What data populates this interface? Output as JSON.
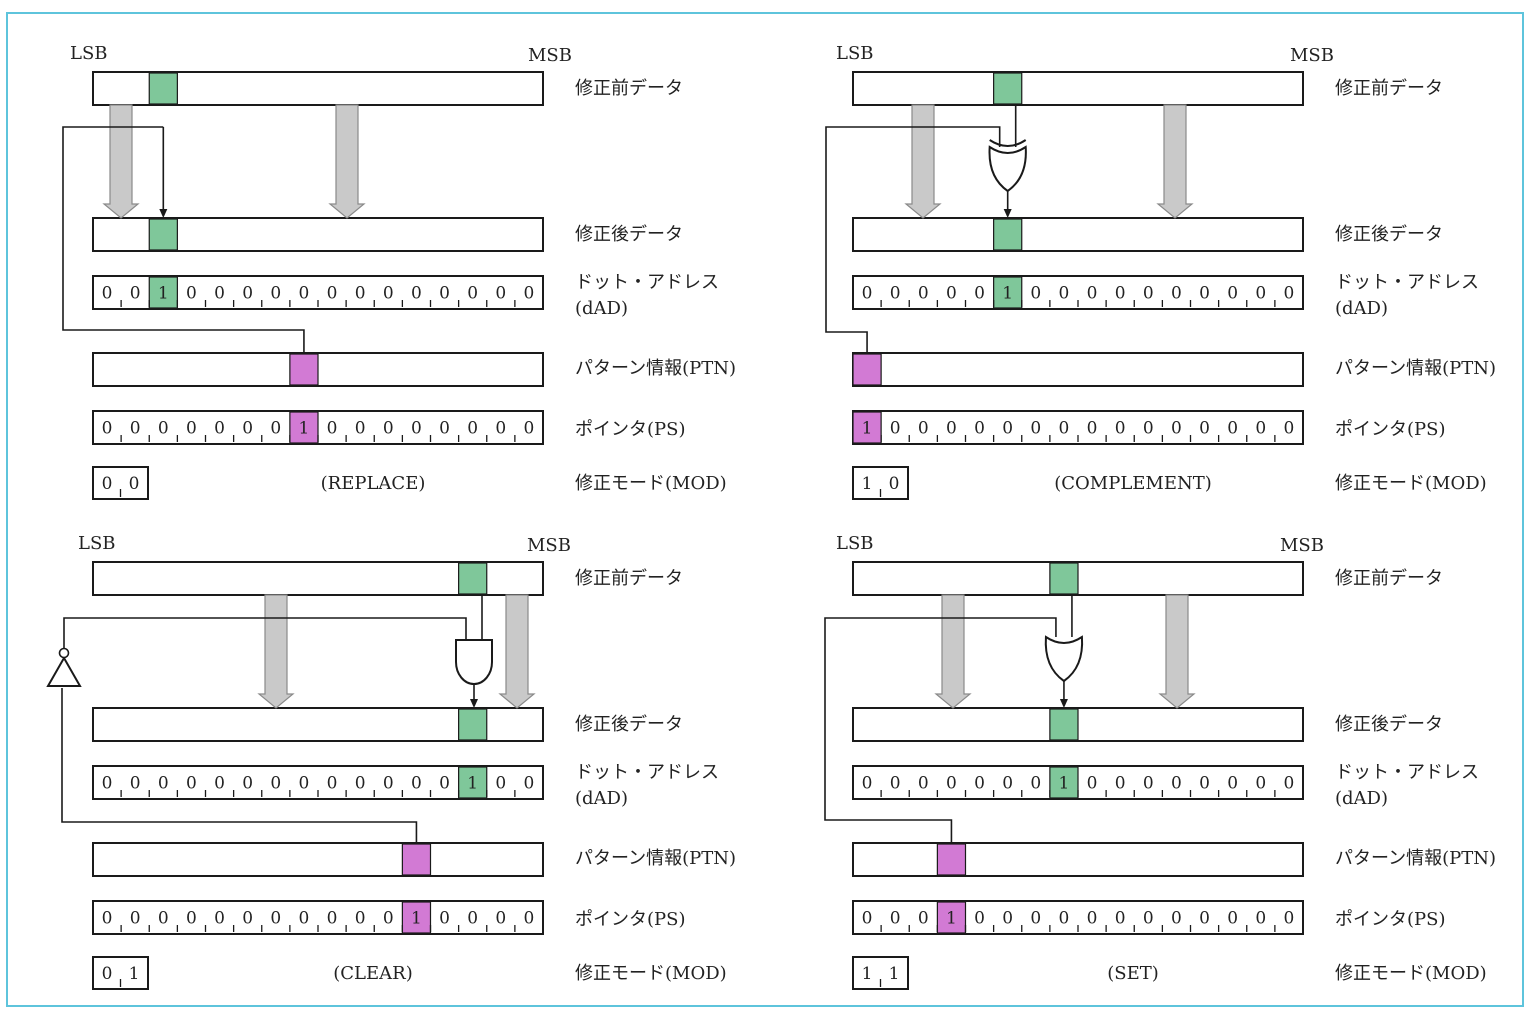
{
  "colors": {
    "frame": "#5ec4dc",
    "box_stroke": "#1a1a1a",
    "highlight_data": "#7fc79a",
    "highlight_pattern": "#d27ad4",
    "arrow_fill": "#c9c9c9",
    "arrow_stroke": "#8a8a8a"
  },
  "row_labels": {
    "before": "修正前データ",
    "after": "修正後データ",
    "dad_line1": "ドット・アドレス",
    "dad_line2": "(dAD)",
    "ptn": "パターン情報(PTN)",
    "ps": "ポインタ(PS)",
    "mod": "修正モード(MOD)"
  },
  "lsb": "LSB",
  "msb": "MSB",
  "panels": [
    {
      "id": "replace",
      "mode_name": "(REPLACE)",
      "mod_bits": [
        "0",
        "0"
      ],
      "logic_gate": "none",
      "dad_bits": [
        "0",
        "0",
        "1",
        "0",
        "0",
        "0",
        "0",
        "0",
        "0",
        "0",
        "0",
        "0",
        "0",
        "0",
        "0",
        "0"
      ],
      "ps_bits": [
        "0",
        "0",
        "0",
        "0",
        "0",
        "0",
        "0",
        "1",
        "0",
        "0",
        "0",
        "0",
        "0",
        "0",
        "0",
        "0"
      ]
    },
    {
      "id": "complement",
      "mode_name": "(COMPLEMENT)",
      "mod_bits": [
        "1",
        "0"
      ],
      "logic_gate": "xor",
      "dad_bits": [
        "0",
        "0",
        "0",
        "0",
        "0",
        "1",
        "0",
        "0",
        "0",
        "0",
        "0",
        "0",
        "0",
        "0",
        "0",
        "0"
      ],
      "ps_bits": [
        "1",
        "0",
        "0",
        "0",
        "0",
        "0",
        "0",
        "0",
        "0",
        "0",
        "0",
        "0",
        "0",
        "0",
        "0",
        "0"
      ]
    },
    {
      "id": "clear",
      "mode_name": "(CLEAR)",
      "mod_bits": [
        "0",
        "1"
      ],
      "logic_gate": "and-with-inverter",
      "dad_bits": [
        "0",
        "0",
        "0",
        "0",
        "0",
        "0",
        "0",
        "0",
        "0",
        "0",
        "0",
        "0",
        "0",
        "1",
        "0",
        "0"
      ],
      "ps_bits": [
        "0",
        "0",
        "0",
        "0",
        "0",
        "0",
        "0",
        "0",
        "0",
        "0",
        "0",
        "1",
        "0",
        "0",
        "0",
        "0"
      ]
    },
    {
      "id": "set",
      "mode_name": "(SET)",
      "mod_bits": [
        "1",
        "1"
      ],
      "logic_gate": "or",
      "dad_bits": [
        "0",
        "0",
        "0",
        "0",
        "0",
        "0",
        "0",
        "1",
        "0",
        "0",
        "0",
        "0",
        "0",
        "0",
        "0",
        "0"
      ],
      "ps_bits": [
        "0",
        "0",
        "0",
        "1",
        "0",
        "0",
        "0",
        "0",
        "0",
        "0",
        "0",
        "0",
        "0",
        "0",
        "0",
        "0"
      ]
    }
  ]
}
